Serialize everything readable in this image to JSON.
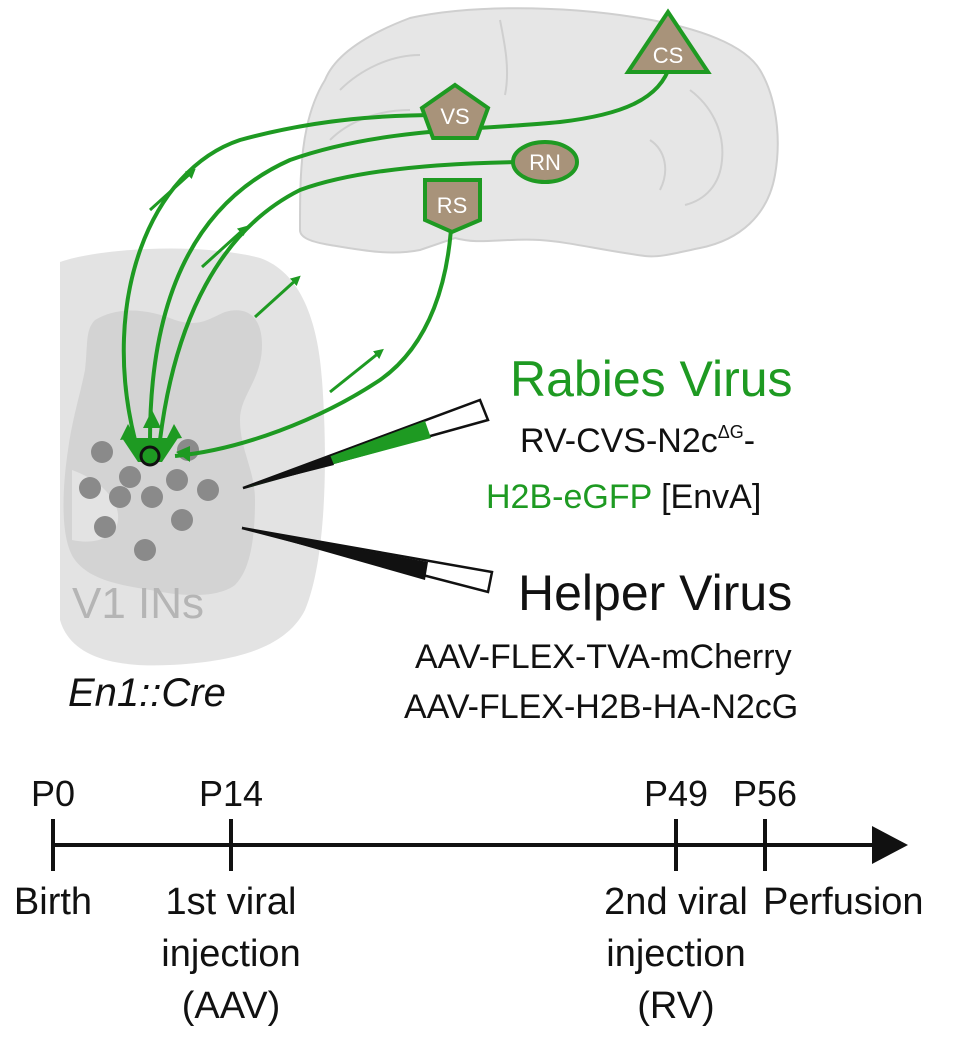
{
  "colors": {
    "green": "#1e9a22",
    "dark_green": "#1a7f1d",
    "tan": "#a8937a",
    "brain_fill": "#e6e6e6",
    "brain_stroke": "#cfcfcf",
    "cord_outer": "#e3e3e3",
    "cord_inner": "#d3d3d3",
    "cell_dot": "#8a8a8a",
    "text": "#111111",
    "v1_text": "#b5b5b5"
  },
  "brain_regions": [
    {
      "id": "cs",
      "label": "CS",
      "shape": "triangle"
    },
    {
      "id": "vs",
      "label": "VS",
      "shape": "pentagon"
    },
    {
      "id": "rn",
      "label": "RN",
      "shape": "ellipse"
    },
    {
      "id": "rs",
      "label": "RS",
      "shape": "square"
    }
  ],
  "spinal_cord": {
    "population_label": "V1 INs",
    "genotype_label": "En1::Cre"
  },
  "rabies": {
    "title": "Rabies Virus",
    "construct_line1_main": "RV-CVS-N2c",
    "construct_line1_sup": "ΔG",
    "construct_line1_end": "-",
    "construct_line2_green": "H2B-eGFP",
    "construct_line2_black": "[EnvA]"
  },
  "helper": {
    "title": "Helper Virus",
    "line1": "AAV-FLEX-TVA-mCherry",
    "line2": "AAV-FLEX-H2B-HA-N2cG"
  },
  "timeline": {
    "points": [
      {
        "label": "P0",
        "day": 0,
        "event": [
          "Birth"
        ]
      },
      {
        "label": "P14",
        "day": 14,
        "event": [
          "1st viral",
          "injection",
          "(AAV)"
        ]
      },
      {
        "label": "P49",
        "day": 49,
        "event": [
          "2nd viral",
          "injection",
          "(RV)"
        ]
      },
      {
        "label": "P56",
        "day": 56,
        "event": [
          "Perfusion"
        ]
      }
    ]
  }
}
